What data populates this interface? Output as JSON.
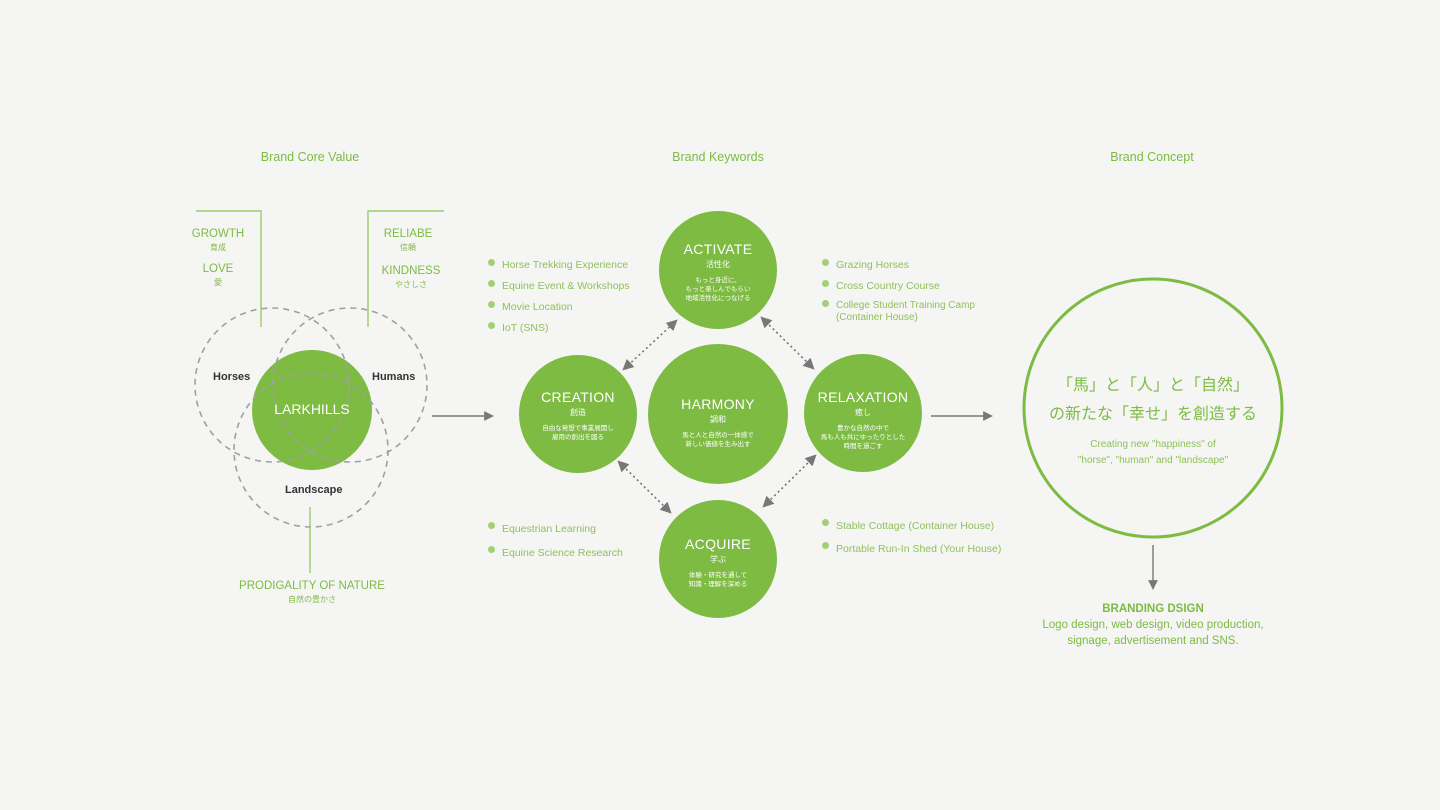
{
  "headers": {
    "core_value": "Brand Core Value",
    "keywords": "Brand Keywords",
    "concept": "Brand Concept"
  },
  "core_values": {
    "growth": {
      "en": "GROWTH",
      "jp": "育成"
    },
    "love": {
      "en": "LOVE",
      "jp": "愛"
    },
    "reliabe": {
      "en": "RELIABE",
      "jp": "信頼"
    },
    "kindness": {
      "en": "KINDNESS",
      "jp": "やさしさ"
    },
    "nature": {
      "en": "PRODIGALITY OF NATURE",
      "jp": "自然の豊かさ"
    }
  },
  "venn": {
    "horses": "Horses",
    "humans": "Humans",
    "landscape": "Landscape",
    "center": "LARKHILLS"
  },
  "keywords": {
    "activate": {
      "title": "ACTIVATE",
      "jp": "活性化",
      "desc1": "もっと身近に、",
      "desc2": "もっと楽しんでもらい",
      "desc3": "地域活性化につなげる"
    },
    "creation": {
      "title": "CREATION",
      "jp": "創造",
      "desc1": "自由な発想で事業展開し",
      "desc2": "雇用の創出を図る"
    },
    "harmony": {
      "title": "HARMONY",
      "jp": "調和",
      "desc1": "馬と人と自然の一体感で",
      "desc2": "新しい価値を生み出す"
    },
    "relaxation": {
      "title": "RELAXATION",
      "jp": "癒し",
      "desc1": "豊かな自然の中で",
      "desc2": "馬も人も共にゆったりとした",
      "desc3": "時間を過ごす"
    },
    "acquire": {
      "title": "ACQUIRE",
      "jp": "学ぶ",
      "desc1": "体験・研究を通して",
      "desc2": "知識・理解を深める"
    }
  },
  "lists": {
    "top_left": [
      "Horse Trekking Experience",
      "Equine Event & Workshops",
      "Movie Location",
      "IoT (SNS)"
    ],
    "top_right": [
      "Grazing Horses",
      "Cross Country Course",
      "College Student Training Camp",
      "(Container House)"
    ],
    "bottom_left": [
      "Equestrian  Learning",
      "Equine Science Research"
    ],
    "bottom_right": [
      "Stable Cottage (Container House)",
      "Portable Run-In Shed (Your House)"
    ]
  },
  "concept": {
    "jp_line1": "「馬」と「人」と「自然」",
    "jp_line2": "の新たな「幸せ」を創造する",
    "en_line1": "Creating new \"happiness\" of",
    "en_line2": "\"horse\", \"human\" and \"landscape\""
  },
  "branding": {
    "title": "BRANDING DSIGN",
    "line1": "Logo design, web design, video production,",
    "line2": "signage, advertisement and SNS."
  },
  "colors": {
    "accent": "#7dbb43",
    "background": "#f5f5f4",
    "dashed": "#a0a0a0",
    "arrow": "#777777"
  }
}
